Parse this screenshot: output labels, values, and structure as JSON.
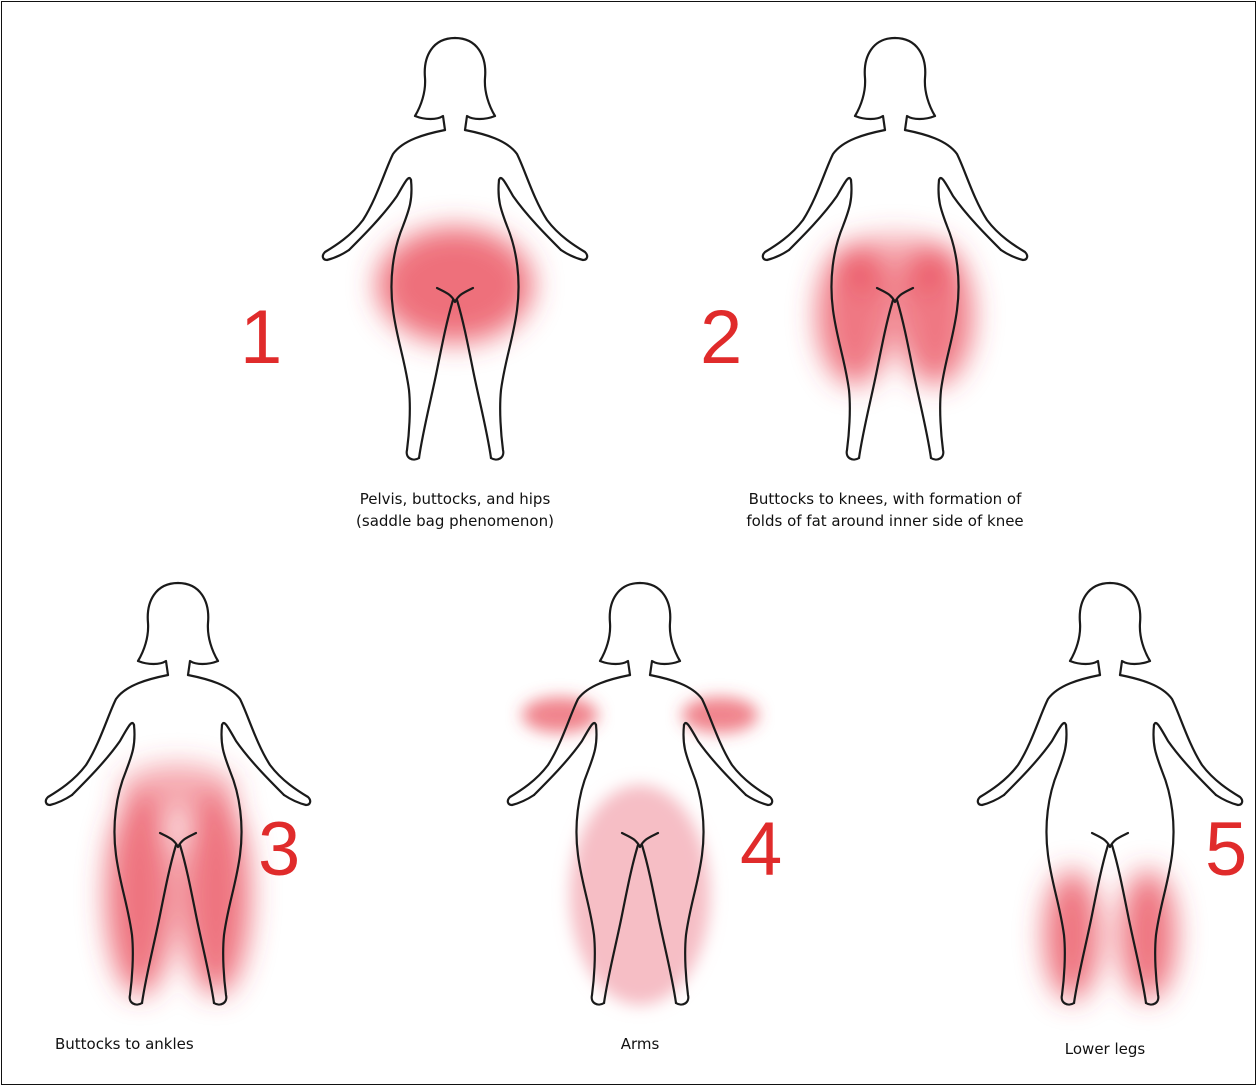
{
  "figures": [
    {
      "number": "1",
      "caption_lines": [
        "Pelvis, buttocks, and hips",
        "(saddle bag phenomenon)"
      ]
    },
    {
      "number": "2",
      "caption_lines": [
        "Buttocks to knees, with formation of",
        "folds of fat around inner side of knee"
      ]
    },
    {
      "number": "3",
      "caption_lines": [
        "Buttocks to ankles"
      ]
    },
    {
      "number": "4",
      "caption_lines": [
        "Arms"
      ]
    },
    {
      "number": "5",
      "caption_lines": [
        "Lower legs"
      ]
    }
  ],
  "colors": {
    "number": "#e02b2b",
    "highlight_strong": "#e8404f",
    "highlight_light": "#f4b3bb",
    "outline": "#1a1a1a"
  }
}
